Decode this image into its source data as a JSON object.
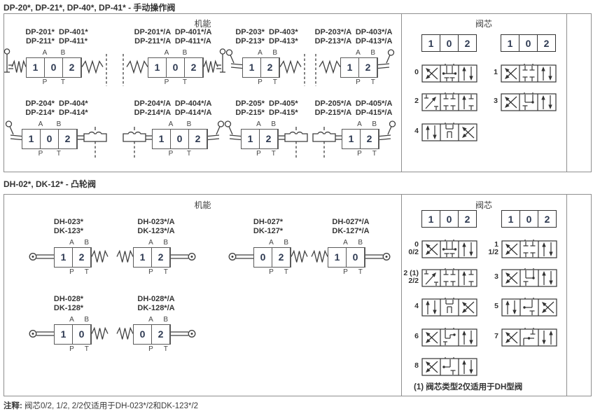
{
  "page": {
    "title1": "DP-20*, DP-21*, DP-40*, DP-41* - 手动操作阀",
    "title2": "DH-02*, DK-12* - 凸轮阀",
    "note_label": "注释:",
    "note_text": " 阀芯0/2, 1/2, 2/2仅适用于DH-023*/2和DK-123*/2"
  },
  "colors": {
    "text": "#3a3a3a",
    "number": "#2e3a52",
    "border": "#8f8f8f",
    "symbol_stroke": "#3f3f3f"
  },
  "sections": [
    {
      "col_function": "机能",
      "col_spool": "阀芯",
      "ports": {
        "a": "A",
        "b": "B",
        "p": "P",
        "t": "T"
      },
      "spool_header": [
        "1",
        "0",
        "2"
      ],
      "groups": [
        {
          "row": 0,
          "col": 0,
          "labels": [
            "DP-201*  DP-401*",
            "DP-211*  DP-411*"
          ],
          "cells": [
            "1",
            "0",
            "2"
          ],
          "left": "lever-spring",
          "right": "spring-dash"
        },
        {
          "row": 0,
          "col": 1,
          "labels": [
            "DP-201*/A  DP-401*/A",
            "DP-211*/A  DP-411*/A"
          ],
          "cells": [
            "1",
            "0",
            "2"
          ],
          "left": "spring-dash",
          "right": "lever-spring"
        },
        {
          "row": 0,
          "col": 2,
          "labels": [
            "DP-203*  DP-403*",
            "DP-213*  DP-413*"
          ],
          "cells": [
            "1",
            "2"
          ],
          "left": "lever",
          "right": "spring-dash"
        },
        {
          "row": 0,
          "col": 3,
          "labels": [
            "DP-203*/A  DP-403*/A",
            "DP-213*/A  DP-413*/A"
          ],
          "cells": [
            "1",
            "2"
          ],
          "left": "spring-dash",
          "right": "lever"
        },
        {
          "row": 1,
          "col": 0,
          "labels": [
            "DP-204*  DP-404*",
            "DP-214*  DP-414*"
          ],
          "cells": [
            "1",
            "0",
            "2"
          ],
          "left": "lever",
          "right": "detent-dash"
        },
        {
          "row": 1,
          "col": 1,
          "labels": [
            "DP-204*/A  DP-404*/A",
            "DP-214*/A  DP-414*/A"
          ],
          "cells": [
            "1",
            "0",
            "2"
          ],
          "left": "detent-dash",
          "right": "lever"
        },
        {
          "row": 1,
          "col": 2,
          "labels": [
            "DP-205*  DP-405*",
            "DP-215*  DP-415*"
          ],
          "cells": [
            "1",
            "2"
          ],
          "left": "lever",
          "right": "detent-dash"
        },
        {
          "row": 1,
          "col": 3,
          "labels": [
            "DP-205*/A  DP-405*/A",
            "DP-215*/A  DP-415*/A"
          ],
          "cells": [
            "1",
            "2"
          ],
          "left": "detent-dash",
          "right": "lever"
        }
      ],
      "spools": [
        {
          "label": "0",
          "cells": [
            "X",
            "F",
            "P"
          ]
        },
        {
          "label": "1",
          "cells": [
            "X",
            "B",
            "P"
          ]
        },
        {
          "label": "2",
          "cells": [
            "D",
            "B",
            "AU"
          ]
        },
        {
          "label": "3",
          "cells": [
            "X",
            "L",
            "P"
          ]
        },
        {
          "label": "4",
          "cells": [
            "P",
            "H",
            "X"
          ]
        }
      ]
    },
    {
      "col_function": "机能",
      "col_spool": "阀芯",
      "ports": {
        "a": "A",
        "b": "B",
        "p": "P",
        "t": "T"
      },
      "spool_header": [
        "1",
        "0",
        "2"
      ],
      "footnote": "(1) 阀芯类型2仅适用于DH型阀",
      "groups": [
        {
          "row": 0,
          "col": 0,
          "labels": [
            "DH-023*",
            "DK-123*"
          ],
          "cells": [
            "1",
            "2"
          ],
          "left": "roller",
          "right": "spring"
        },
        {
          "row": 0,
          "col": 1,
          "labels": [
            "DH-023*/A",
            "DK-123*/A"
          ],
          "cells": [
            "1",
            "2"
          ],
          "left": "spring",
          "right": "roller"
        },
        {
          "row": 0,
          "col": 2,
          "labels": [
            "DH-027*",
            "DK-127*"
          ],
          "cells": [
            "0",
            "2"
          ],
          "left": "roller",
          "right": "spring"
        },
        {
          "row": 0,
          "col": 3,
          "labels": [
            "DH-027*/A",
            "DK-127*/A"
          ],
          "cells": [
            "1",
            "0"
          ],
          "left": "spring",
          "right": "roller"
        },
        {
          "row": 1,
          "col": 0,
          "labels": [
            "DH-028*",
            "DK-128*"
          ],
          "cells": [
            "1",
            "0"
          ],
          "left": "roller",
          "right": "spring"
        },
        {
          "row": 1,
          "col": 1,
          "labels": [
            "DH-028*/A",
            "DK-128*/A"
          ],
          "cells": [
            "0",
            "2"
          ],
          "left": "spring",
          "right": "roller"
        }
      ],
      "spools": [
        {
          "label": "0",
          "label2": "0/2",
          "cells": [
            "X",
            "F",
            "P"
          ]
        },
        {
          "label": "1",
          "label2": "1/2",
          "cells": [
            "X",
            "B",
            "P"
          ]
        },
        {
          "label": "2 (1)",
          "label2": "2/2",
          "cells": [
            "D",
            "B",
            "AU"
          ]
        },
        {
          "label": "3",
          "cells": [
            "X",
            "L",
            "P"
          ]
        },
        {
          "label": "4",
          "cells": [
            "P",
            "H",
            "X"
          ]
        },
        {
          "label": "5",
          "cells": [
            "P",
            "L5",
            "X"
          ]
        },
        {
          "label": "6",
          "cells": [
            "X",
            "Z",
            "P"
          ]
        },
        {
          "label": "7",
          "cells": [
            "X",
            "L7",
            "PR"
          ]
        },
        {
          "label": "8",
          "cells": [
            "X",
            "L8",
            "P"
          ]
        }
      ]
    }
  ]
}
